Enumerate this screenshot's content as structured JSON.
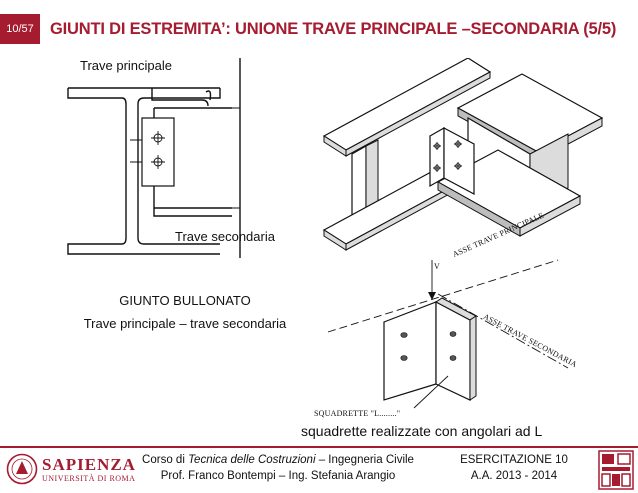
{
  "header": {
    "page_number": "10/57",
    "title": "GIUNTI DI ESTREMITA’: UNIONE TRAVE PRINCIPALE –SECONDARIA (5/5)"
  },
  "figure_left": {
    "label_main_beam": "Trave principale",
    "label_secondary_beam": "Trave secondaria"
  },
  "caption_left": {
    "line1": "GIUNTO BULLONATO",
    "line2": "Trave principale – trave secondaria"
  },
  "figure_right": {
    "axis_main": "ASSE TRAVE PRINCIPALE",
    "axis_secondary": "ASSE TRAVE SECONDARIA",
    "vertical_label": "V",
    "angle_label": "SQUADRETTE \"L........\""
  },
  "caption_right": "squadrette realizzate con angolari ad L",
  "footer": {
    "university": "SAPIENZA",
    "university_sub": "UNIVERSITÀ DI ROMA",
    "course_prefix": "Corso di ",
    "course_name": "Tecnica delle Costruzioni",
    "course_suffix": " – Ingegneria Civile",
    "professors": "Prof. Franco Bontempi – Ing. Stefania Arangio",
    "exercise": "ESERCITAZIONE 10",
    "academic_year": "A.A. 2013 - 2014"
  },
  "colors": {
    "accent": "#a51c30"
  }
}
